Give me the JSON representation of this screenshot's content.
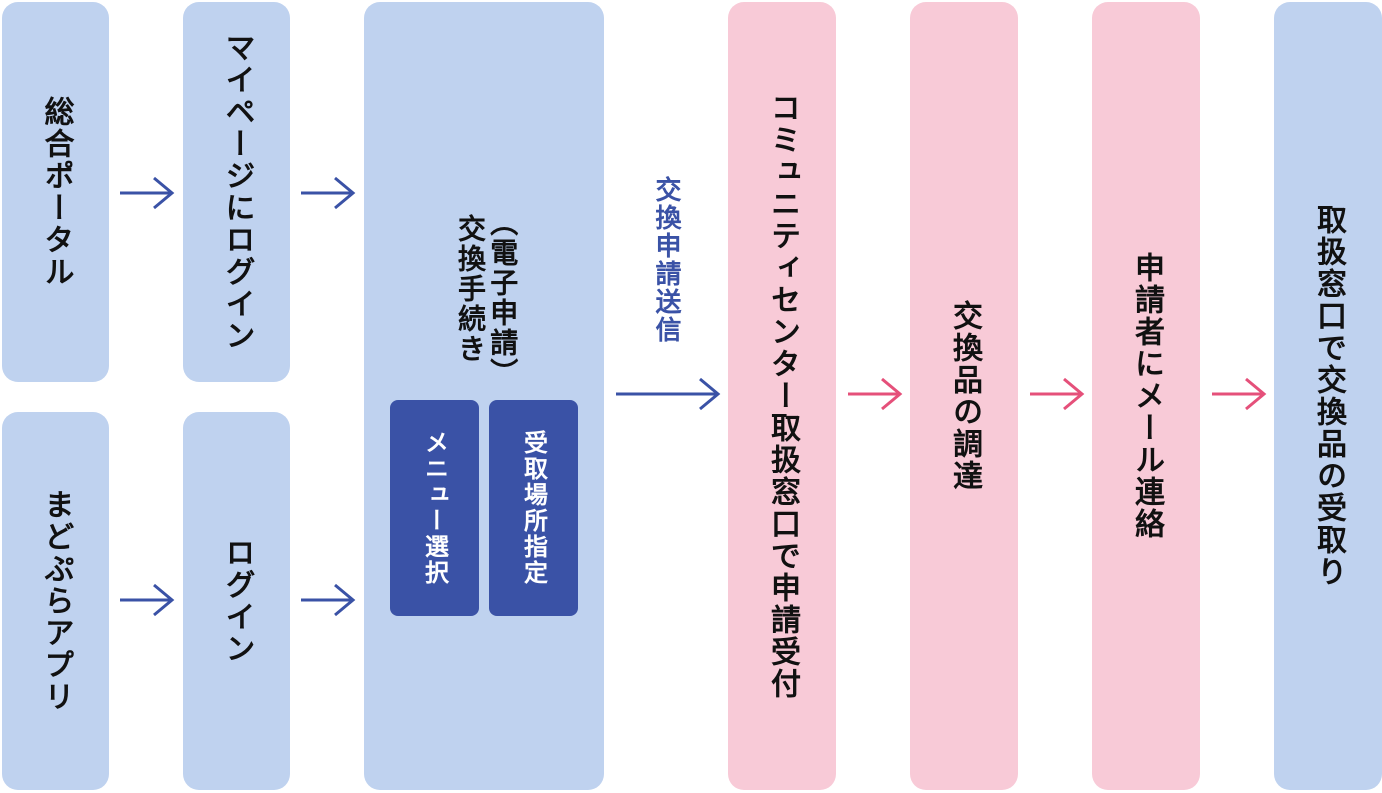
{
  "nodes": {
    "portal": "総合ポータル",
    "app": "まどぷらアプリ",
    "mypage_login": "マイページにログイン",
    "app_login": "ログイン",
    "procedure_line1": "交換手続き",
    "procedure_line2": "（電子申請）",
    "menu_select": "メニュー選択",
    "pickup_select": "受取場所指定",
    "center_accept": "コミュニティセンター取扱窓口で申請受付",
    "procure": "交換品の調達",
    "mail_notify": "申請者にメール連絡",
    "receive": "取扱窓口で交換品の受取り"
  },
  "edges": {
    "send_label": "交換申請送信"
  },
  "colors": {
    "blue_box": "#bfd2ef",
    "pink_box": "#f8cad7",
    "dark_box": "#3a52a6",
    "blue_arrow": "#3a52a6",
    "pink_arrow": "#e5507a"
  }
}
